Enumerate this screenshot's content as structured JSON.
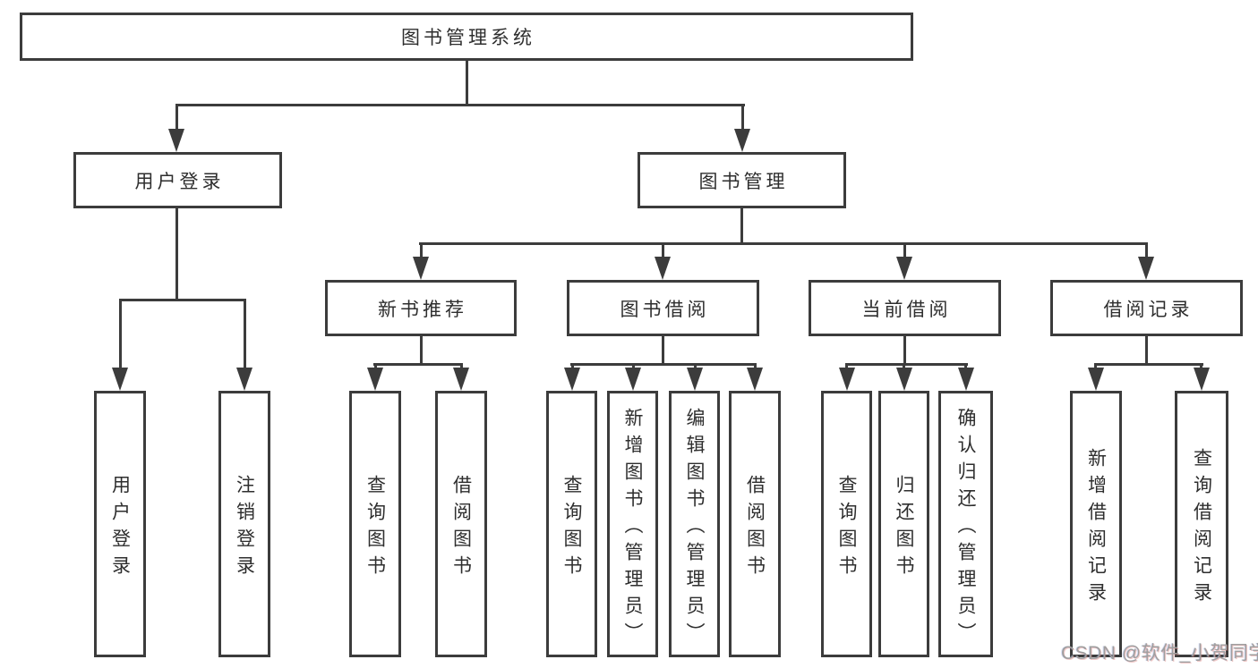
{
  "colors": {
    "line": "#3c3c3c",
    "text": "#2e2e2e",
    "box_fill": "#ffffff",
    "watermark": "#9f9f9f",
    "background": "#ffffff"
  },
  "diagram": {
    "title": "图书管理系统",
    "level2": {
      "user_login": "用户登录",
      "book_mgmt": "图书管理"
    },
    "level3": {
      "new_books": "新书推荐",
      "borrow": "图书借阅",
      "current": "当前借阅",
      "records": "借阅记录"
    },
    "leaves": {
      "user_login_1": "用户登录",
      "user_login_2": "注销登录",
      "new_books_1": "查询图书",
      "new_books_2": "借阅图书",
      "borrow_1": "查询图书",
      "borrow_2": "新增图书（管理员）",
      "borrow_3": "编辑图书（管理员）",
      "borrow_4": "借阅图书",
      "current_1": "查询图书",
      "current_2": "归还图书",
      "current_3": "确认归还（管理员）",
      "records_1": "新增借阅记录",
      "records_2": "查询借阅记录"
    },
    "watermark": "CSDN @软件_小贺同学"
  }
}
